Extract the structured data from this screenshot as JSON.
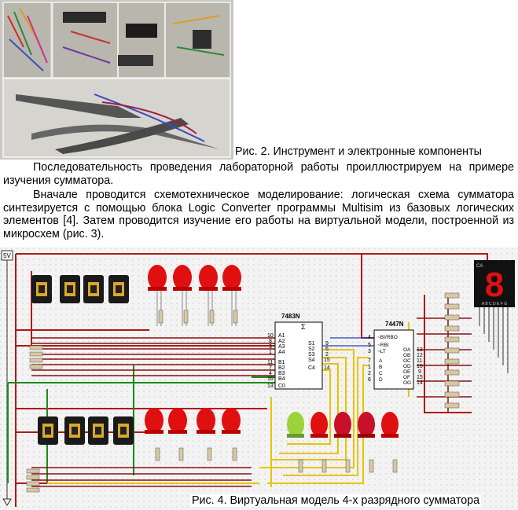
{
  "figure2": {
    "caption": "Рис. 2. Инструмент и электронные компоненты"
  },
  "paragraphs": [
    "Последовательность проведения лабораторной работы проиллюстрируем на примере изучения сумматора.",
    "Вначале проводится схемотехническое моделирование: логическая схема сумматора синтезируется с помощью блока Logic Converter программы Multisim из базовых логических элементов [4]. Затем проводится изучение его работы на виртуальной модели, построенной из микросхем (рис. 3)."
  ],
  "figure4": {
    "caption": "Рис. 4. Виртуальная модель 4-х разрядного сумматора",
    "supply_label": "5V",
    "adder_chip": {
      "name": "7483N",
      "sigma": "Σ",
      "inputs_a": [
        "A1",
        "A2",
        "A3",
        "A4"
      ],
      "inputs_b": [
        "B1",
        "B2",
        "B3",
        "B4"
      ],
      "carry_in": "C0",
      "outputs": [
        "S1",
        "S2",
        "S3",
        "S4"
      ],
      "carry_out": "C4",
      "pin_a": [
        "10",
        "8",
        "3",
        "1"
      ],
      "pin_b": [
        "11",
        "7",
        "4",
        "16"
      ],
      "pin_c0": "13",
      "pin_s": [
        "9",
        "6",
        "2",
        "15"
      ],
      "pin_c4": "14"
    },
    "decoder_chip": {
      "name": "7447N",
      "controls": [
        "~BI/RBO",
        "~RBI",
        "~LT"
      ],
      "inputs": [
        "A",
        "B",
        "C",
        "D"
      ],
      "outputs": [
        "OA",
        "OB",
        "OC",
        "OD",
        "OE",
        "OF",
        "OG"
      ],
      "pin_controls": [
        "4",
        "5",
        "3"
      ],
      "pin_inputs": [
        "7",
        "1",
        "2",
        "6"
      ],
      "pin_outputs": [
        "13",
        "12",
        "11",
        "10",
        "9",
        "15",
        "14"
      ]
    },
    "display": {
      "digit": "8",
      "corner_label": "CA",
      "segment_labels": "A B C D E F G"
    }
  },
  "colors": {
    "wire_red": "#b01818",
    "wire_green": "#1b8a1b",
    "wire_yellow": "#e8c400",
    "wire_blue": "#2040c0",
    "led_red": "#e01010",
    "led_green": "#9bd33a"
  }
}
